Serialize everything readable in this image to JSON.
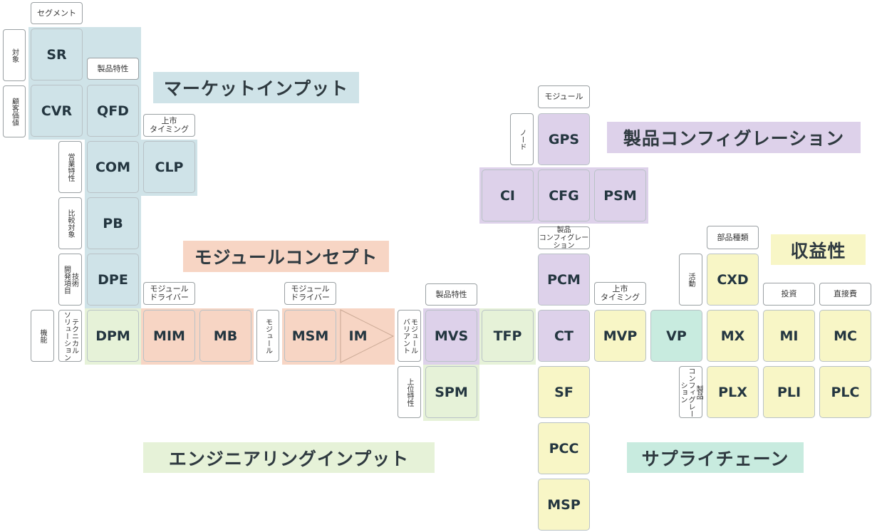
{
  "colors": {
    "market": "#cfe3e8",
    "engineering": "#e6f2d8",
    "module": "#f7d5c4",
    "config": "#ddd1ea",
    "profit": "#f8f6c6",
    "supply": "#c8ebdf"
  },
  "titles": {
    "market_input": "マーケットインプット",
    "module_concept": "モジュールコンセプト",
    "product_config": "製品コンフィグレーション",
    "engineering_input": "エンジニアリングインプット",
    "profitability": "収益性",
    "supply_chain": "サプライチェーン"
  },
  "cells": {
    "sr": "SR",
    "cvr": "CVR",
    "qfd": "QFD",
    "com": "COM",
    "clp": "CLP",
    "pb": "PB",
    "dpe": "DPE",
    "dpm": "DPM",
    "mim": "MIM",
    "mb": "MB",
    "msm": "MSM",
    "im": "IM",
    "mvs": "MVS",
    "tfp": "TFP",
    "spm": "SPM",
    "gps": "GPS",
    "ci": "CI",
    "cfg": "CFG",
    "psm": "PSM",
    "pcm": "PCM",
    "ct": "CT",
    "mvp": "MVP",
    "vp": "VP",
    "cxd": "CXD",
    "mx": "MX",
    "mi": "MI",
    "mc": "MC",
    "plx": "PLX",
    "pli": "PLI",
    "plc": "PLC",
    "sf": "SF",
    "pcc": "PCC",
    "msp": "MSP"
  },
  "labels": {
    "segment": "セグメント",
    "target": "対象",
    "customer_value": "顧客価値",
    "product_char_1": "製品特性",
    "launch_timing_1": "上市\nタイミング",
    "sales_char": "営業特性",
    "comparison_target": "比較対象",
    "tech_dev_items": "技術\n開発項目",
    "function": "機能",
    "tech_solution": "テクニカル\nソリューション",
    "module_driver_1": "モジュール\nドライバー",
    "module": "モジュール",
    "module_driver_2": "モジュール\nドライバー",
    "module_variant": "モジュール\nバリアント",
    "product_char_2": "製品特性",
    "upper_char": "上位特性",
    "module_top": "モジュール",
    "node": "ノード",
    "product_config_small": "製品\nコンフィグレーション",
    "launch_timing_2": "上市\nタイミング",
    "activity": "活動",
    "part_types": "部品種類",
    "product_config_small_2": "製品\nコンフィグレーション",
    "investment": "投資",
    "direct_cost": "直接費"
  }
}
